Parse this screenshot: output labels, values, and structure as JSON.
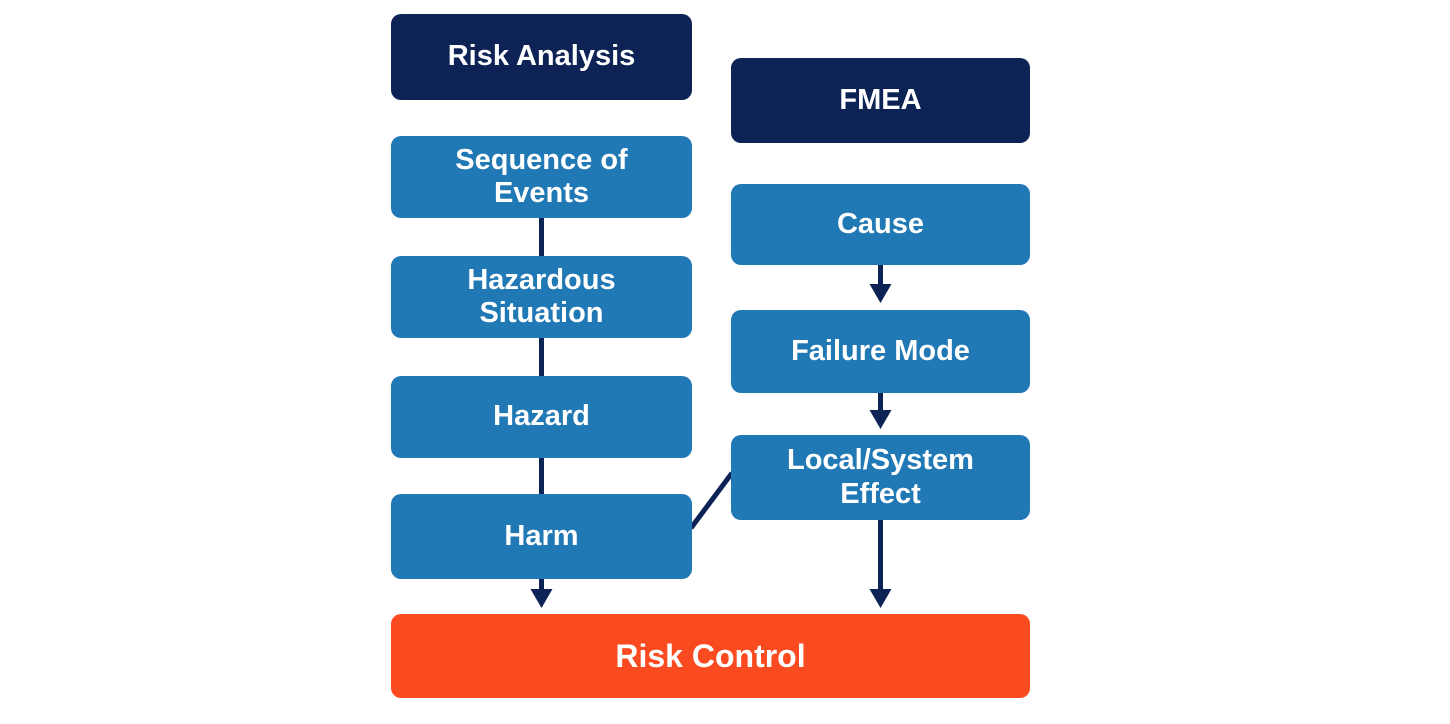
{
  "colors": {
    "navy": "#0d2356",
    "blue": "#2078b4",
    "orange": "#fa4a1f",
    "text": "#ffffff",
    "background": "#ffffff"
  },
  "left_column": {
    "header": "Risk Analysis",
    "steps": [
      "Sequence of Events",
      "Hazardous Situation",
      "Hazard",
      "Harm"
    ]
  },
  "right_column": {
    "header": "FMEA",
    "steps": [
      "Cause",
      "Failure Mode",
      "Local/System Effect"
    ]
  },
  "footer": {
    "label": "Risk Control"
  }
}
